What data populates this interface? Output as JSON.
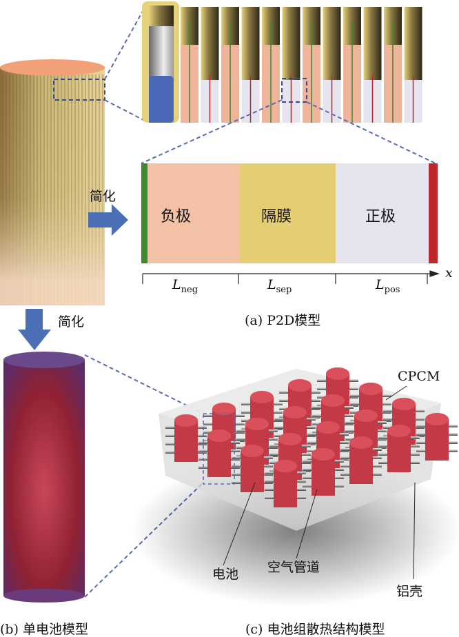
{
  "p2d": {
    "regions": [
      "负极",
      "隔膜",
      "正极"
    ],
    "lengths": [
      {
        "symbol": "L",
        "sub": "neg"
      },
      {
        "symbol": "L",
        "sub": "sep"
      },
      {
        "symbol": "L",
        "sub": "pos"
      }
    ],
    "axis_label": "x",
    "caption": "(a) P2D模型",
    "colors": {
      "neg": "#f2c1a6",
      "sep": "#e5cd74",
      "pos": "#e6e4ee",
      "current_collector_neg": "#3e8a2f",
      "current_collector_pos": "#c0272d"
    }
  },
  "arrows": {
    "right_label": "简化",
    "down_label": "简化",
    "color": "#4a6fb5"
  },
  "single_cell": {
    "caption": "(b) 单电池模型"
  },
  "pack": {
    "caption": "(c) 电池组散热结构模型",
    "labels": {
      "cpcm": "CPCM",
      "battery": "电池",
      "air_duct": "空气管道",
      "shell": "铝壳"
    }
  }
}
